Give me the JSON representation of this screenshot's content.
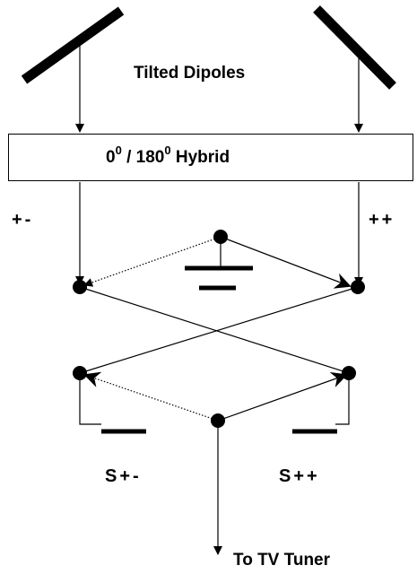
{
  "title_label": "Tilted Dipoles",
  "hybrid": {
    "left_value": "0",
    "left_unit": "0",
    "separator": "/",
    "right_value": "180",
    "right_unit": "0",
    "name": "Hybrid"
  },
  "outputs": {
    "left": "+-",
    "right": "++"
  },
  "switches": {
    "left": "S+-",
    "right": "S++"
  },
  "destination": "To TV Tuner",
  "colors": {
    "line": "#000000",
    "background": "#ffffff"
  }
}
